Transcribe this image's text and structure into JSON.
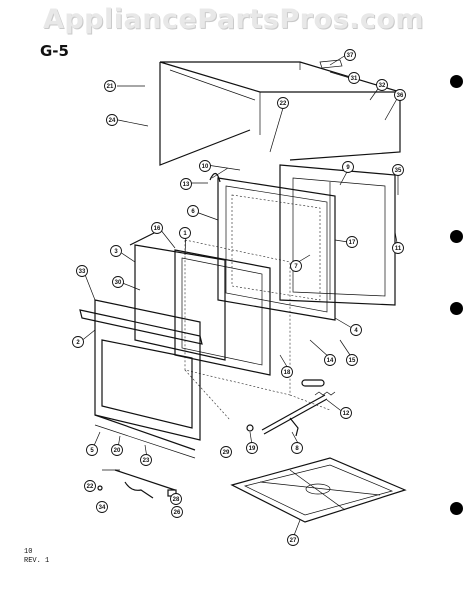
{
  "watermark": "AppliancePartsPros.com",
  "figure_label": "G-5",
  "footer": {
    "page": "10",
    "revision": "REV. 1"
  },
  "callouts": [
    "21",
    "37",
    "31",
    "32",
    "36",
    "24",
    "22",
    "10",
    "9",
    "35",
    "13",
    "6",
    "1",
    "16",
    "3",
    "30",
    "33",
    "2",
    "4",
    "14",
    "15",
    "18",
    "17",
    "7",
    "11",
    "12",
    "8",
    "19",
    "29",
    "5",
    "20",
    "23",
    "22",
    "34",
    "26",
    "27",
    "28"
  ],
  "icons": {
    "side_marks": "filled-circle-icon"
  }
}
